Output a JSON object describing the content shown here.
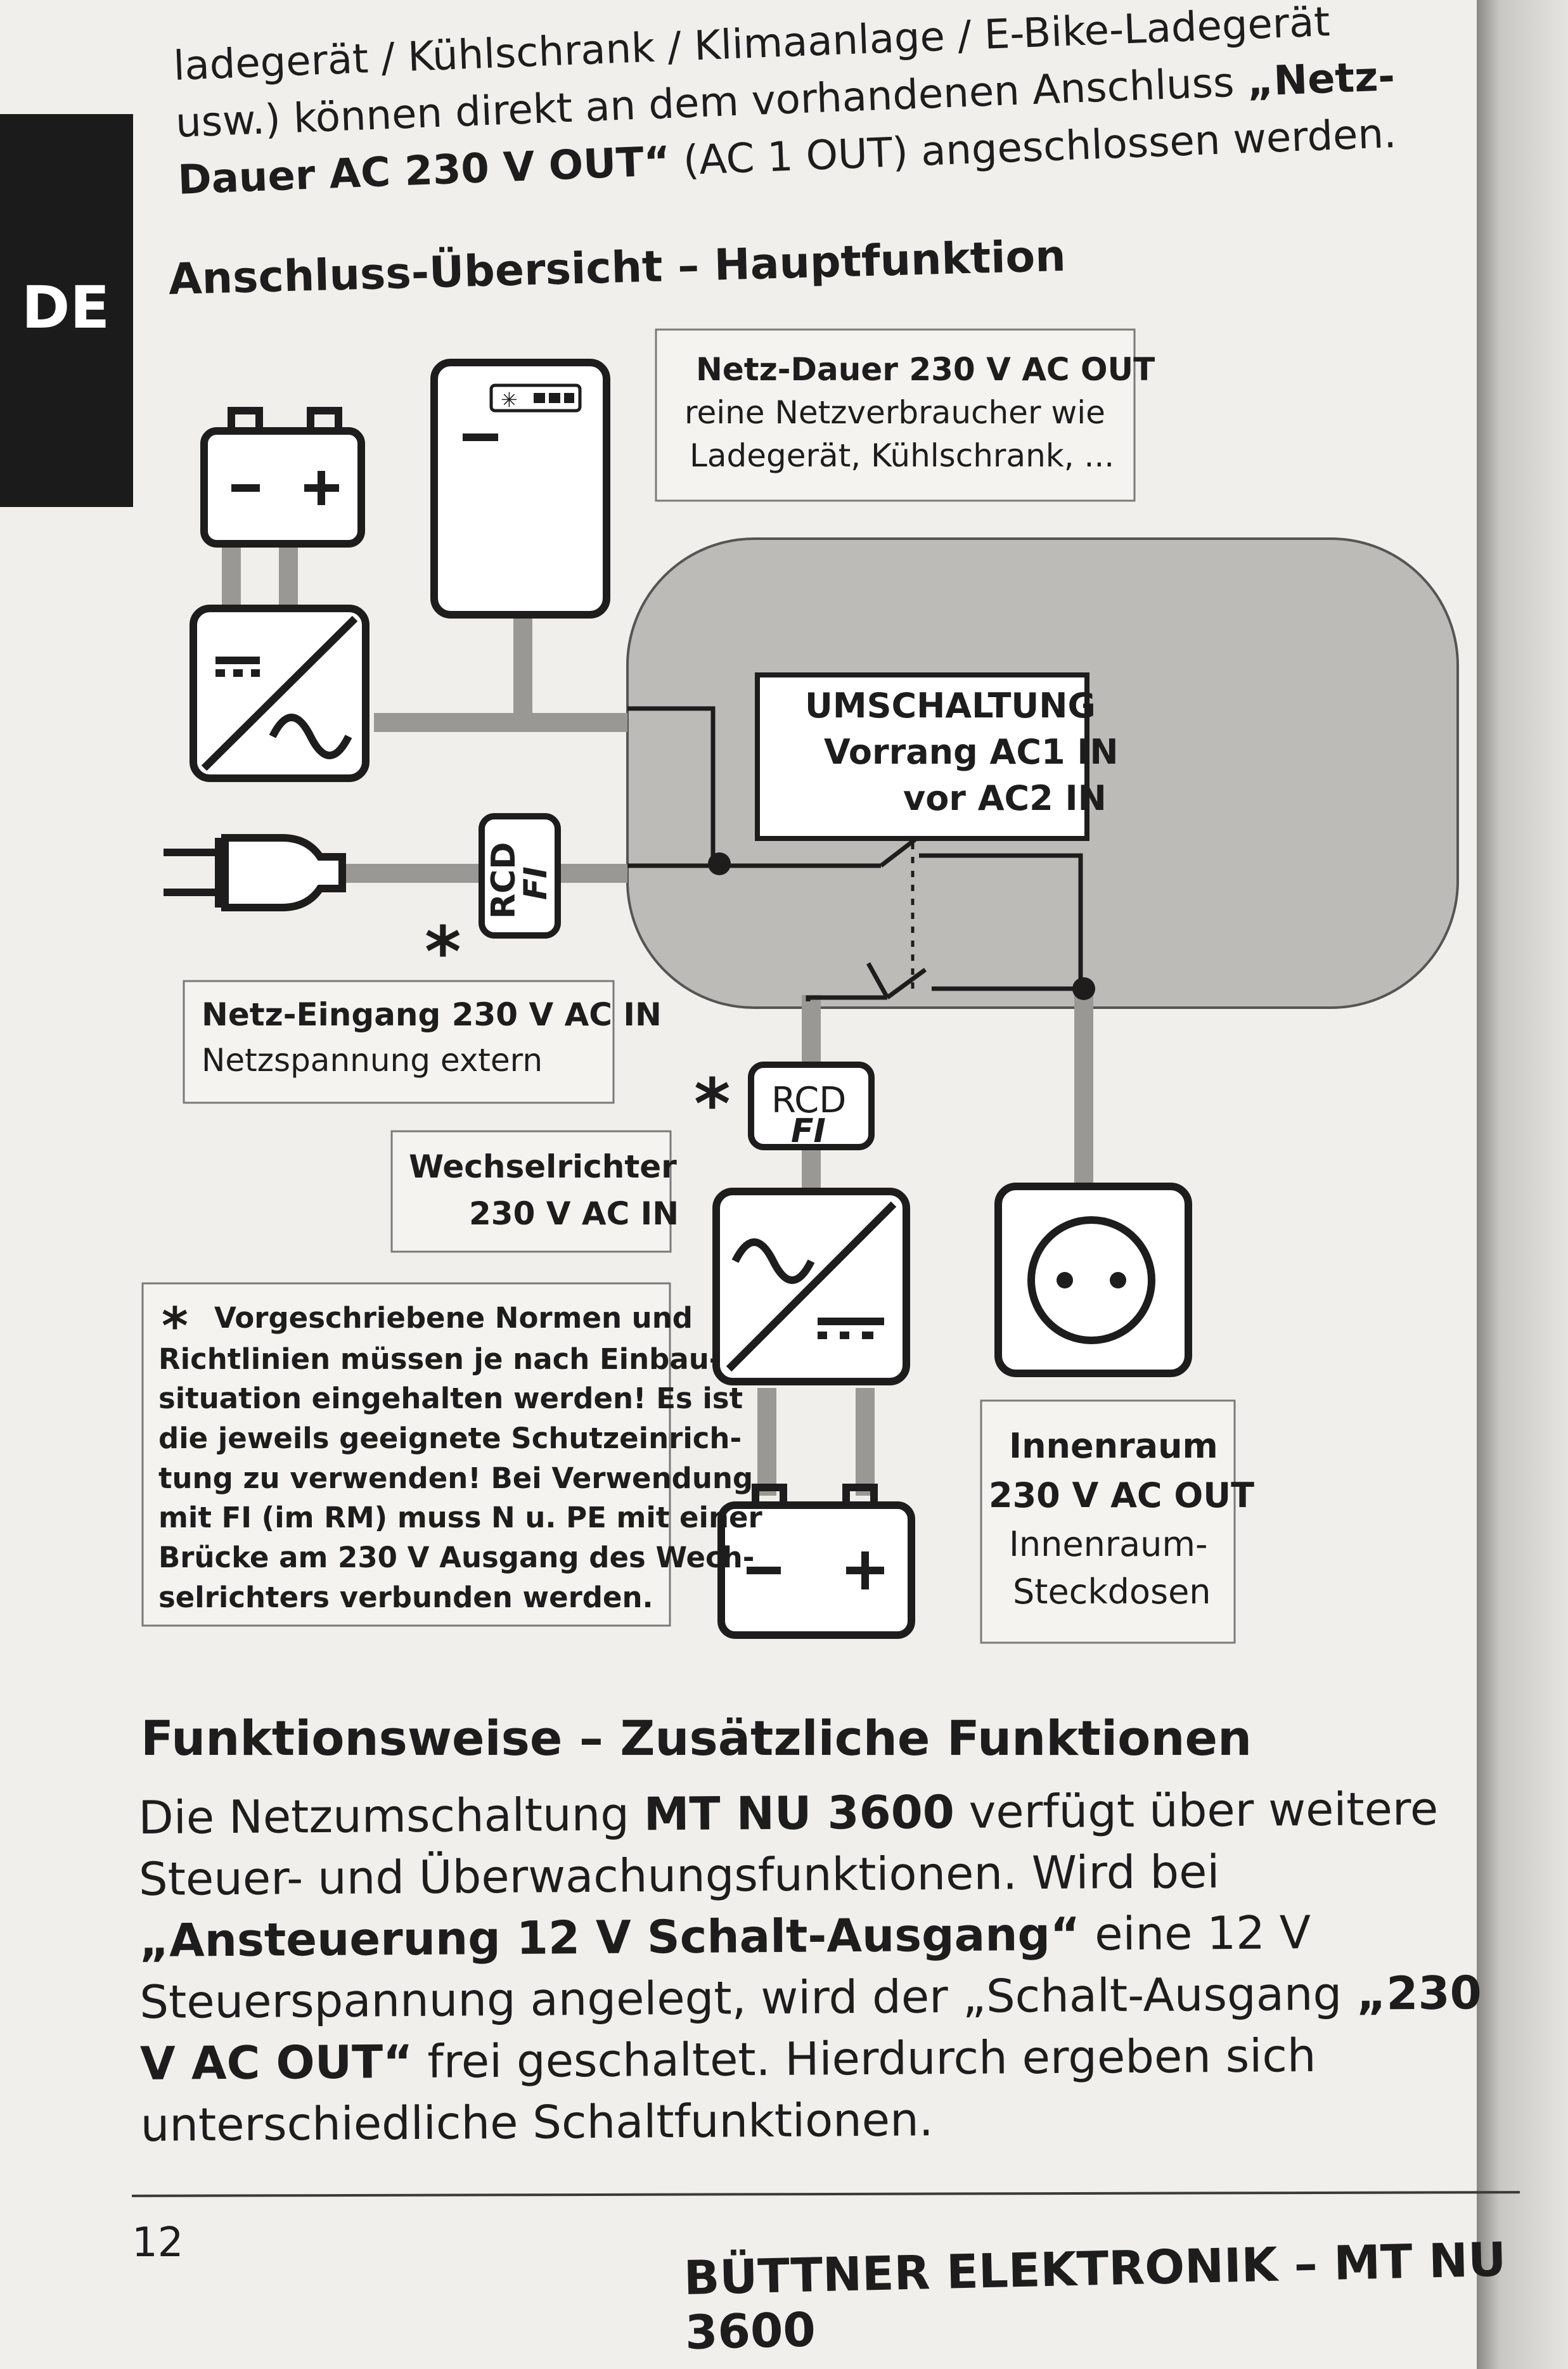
{
  "tab": {
    "label": "DE"
  },
  "intro": {
    "line1": "ladegerät / Kühlschrank / Klimaanlage / E-Bike-Ladegerät",
    "line2_a": "usw.) können direkt an dem vorhandenen Anschluss ",
    "line2_b": "„Netz-",
    "line3_a": "Dauer AC 230 V OUT“",
    "line3_b": " (AC 1 OUT) angeschlossen werden."
  },
  "overview_heading": "Anschluss-Übersicht – Hauptfunktion",
  "diagram": {
    "netz_dauer": {
      "title": "Netz-Dauer 230 V AC OUT",
      "line2": "reine Netzverbraucher wie",
      "line3": "Ladegerät, Kühlschrank, ..."
    },
    "umschaltung": {
      "title": "UMSCHALTUNG",
      "line2": "Vorrang AC1 IN",
      "line3": "vor AC2 IN"
    },
    "rcd_top": {
      "line1": "RCD",
      "line2": "FI"
    },
    "rcd_bottom": {
      "line1": "RCD",
      "line2": "FI"
    },
    "netz_eingang": {
      "title": "Netz-Eingang 230 V AC IN",
      "line2": "Netzspannung extern"
    },
    "wechselrichter": {
      "title": "Wechselrichter",
      "line2": "230 V AC IN"
    },
    "innenraum": {
      "title": "Innenraum",
      "line2": "230 V AC OUT",
      "line3": "Innenraum-",
      "line4": "Steckdosen"
    },
    "asterisk": "*",
    "battery_minus": "–",
    "battery_plus": "+",
    "note": {
      "lines": [
        "Vorgeschriebene Normen und",
        "Richtlinien müssen je nach Einbau-",
        "situation eingehalten werden! Es ist",
        "die jeweils geeignete Schutzeinrich-",
        "tung zu verwenden! Bei Verwendung",
        "mit FI (im RM) muss N u. PE mit einer",
        "Brücke am 230 V Ausgang des Wech-",
        "selrichters verbunden werden."
      ]
    }
  },
  "functions": {
    "heading": "Funktionsweise – Zusätzliche Funktionen",
    "p1": "Die Netzumschaltung ",
    "p2_bold": "MT NU 3600",
    "p3": " verfügt über weitere Steuer- und Überwachungsfunktionen. Wird bei ",
    "p4_bold": "„Ansteuerung 12 V Schalt-Ausgang“",
    "p5": " eine 12 V Steuerspannung angelegt, wird der „Schalt-Ausgang ",
    "p6_bold": "„230 V AC OUT“",
    "p7": " frei geschaltet. Hierdurch ergeben sich unterschiedliche Schaltfunktionen."
  },
  "footer": {
    "page_number": "12",
    "brand": "BÜTTNER ELEKTRONIK – MT NU 3600"
  },
  "colors": {
    "page": "#f1efec",
    "tab": "#1b1b1b",
    "device": "#bdbbb7",
    "wire": "#9a9894",
    "ink": "#1d1d1d"
  }
}
